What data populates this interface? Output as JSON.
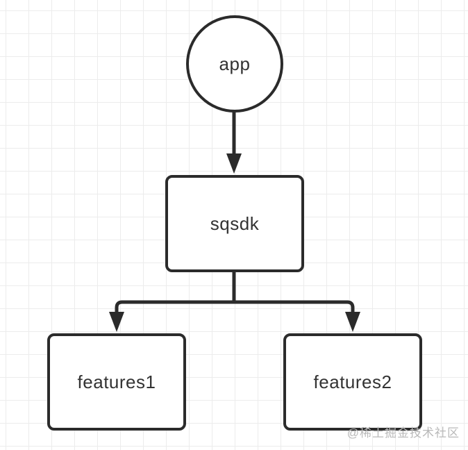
{
  "diagram": {
    "title": "dependency-flowchart",
    "nodes": {
      "app": {
        "label": "app",
        "shape": "circle"
      },
      "sqsdk": {
        "label": "sqsdk",
        "shape": "rect"
      },
      "features1": {
        "label": "features1",
        "shape": "rect"
      },
      "features2": {
        "label": "features2",
        "shape": "rect"
      }
    },
    "edges": [
      {
        "from": "app",
        "to": "sqsdk",
        "arrow": "down"
      },
      {
        "from": "sqsdk",
        "to": "features1",
        "arrow": "down"
      },
      {
        "from": "sqsdk",
        "to": "features2",
        "arrow": "down"
      }
    ],
    "colors": {
      "stroke": "#2b2b2b",
      "text": "#333333",
      "grid": "#ececec",
      "background": "#ffffff",
      "watermark_color": "#b9b9b9"
    }
  },
  "watermark": {
    "text": "@稀土掘金技术社区"
  }
}
